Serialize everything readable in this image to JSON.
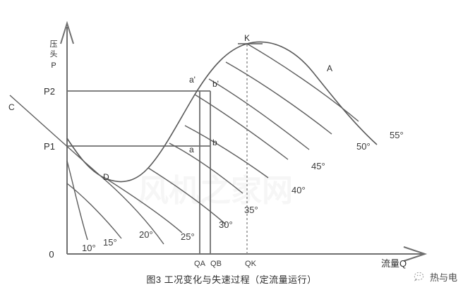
{
  "figure": {
    "caption": "图3  工况变化与失速过程（定流量运行）",
    "axes": {
      "y_label_chars": [
        "压",
        "头",
        "P"
      ],
      "y_label": "压头P",
      "x_label": "流量Q",
      "origin_label": "0"
    },
    "y_ticks": [
      {
        "label": "P2",
        "value": 2
      },
      {
        "label": "P1",
        "value": 1
      }
    ],
    "x_ticks": [
      {
        "label": "QA"
      },
      {
        "label": "QB"
      },
      {
        "label": "QK"
      }
    ],
    "point_labels": [
      {
        "label": "C"
      },
      {
        "label": "D"
      },
      {
        "label": "K"
      },
      {
        "label": "A"
      },
      {
        "label": "a"
      },
      {
        "label": "b"
      },
      {
        "label": "a'"
      },
      {
        "label": "b'"
      }
    ],
    "angle_labels": [
      "10°",
      "15°",
      "20°",
      "25°",
      "30°",
      "35°",
      "40°",
      "45°",
      "50°",
      "55°"
    ],
    "watermark": "风机之家网"
  },
  "brand": {
    "name": "热与电",
    "icon": "wechat-logo-icon"
  },
  "chart_data": {
    "type": "line",
    "title": "图3  工况变化与失速过程（定流量运行）",
    "xlabel": "流量Q",
    "ylabel": "压头P",
    "grid": false,
    "legend": "inline-curve-end-labels",
    "xlim": [
      0,
      1
    ],
    "ylim": [
      0,
      1
    ],
    "annotations": [
      {
        "text": "C",
        "note": "system resistance line upper-left end"
      },
      {
        "text": "D",
        "note": "trough / stall onset point on envelope curve"
      },
      {
        "text": "K",
        "note": "peak of envelope characteristic curve at QK"
      },
      {
        "text": "A",
        "note": "label on upper envelope curve right branch"
      },
      {
        "text": "a",
        "note": "operating point at P1 on QA line"
      },
      {
        "text": "b",
        "note": "operating point at P1 on QB line"
      },
      {
        "text": "a'",
        "note": "operating point at P2 on QA line"
      },
      {
        "text": "b'",
        "note": "operating point at P2 on QB line"
      }
    ],
    "series": [
      {
        "name": "10°"
      },
      {
        "name": "15°"
      },
      {
        "name": "20°"
      },
      {
        "name": "25°"
      },
      {
        "name": "30°"
      },
      {
        "name": "35°"
      },
      {
        "name": "40°"
      },
      {
        "name": "45°"
      },
      {
        "name": "50°"
      },
      {
        "name": "55°"
      },
      {
        "name": "A",
        "note": "envelope / stall-limit curve through D and K"
      },
      {
        "name": "C",
        "note": "constant-flow system characteristic line"
      }
    ],
    "reference_lines": [
      {
        "name": "P2",
        "orientation": "horizontal"
      },
      {
        "name": "P1",
        "orientation": "horizontal"
      },
      {
        "name": "QA",
        "orientation": "vertical"
      },
      {
        "name": "QB",
        "orientation": "vertical"
      },
      {
        "name": "QK",
        "orientation": "vertical",
        "style": "dashed"
      }
    ]
  }
}
